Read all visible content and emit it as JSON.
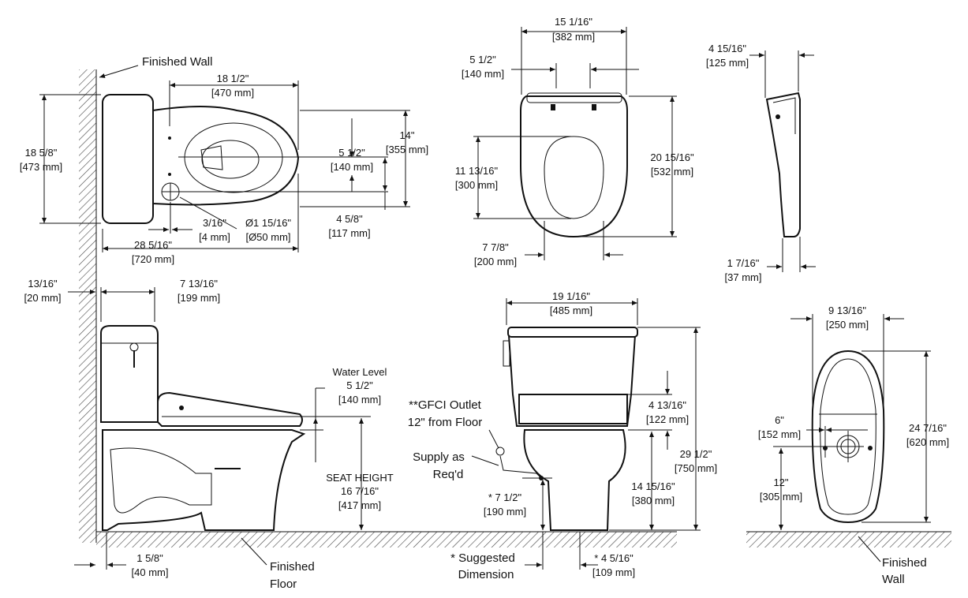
{
  "labels": {
    "finished_wall_top": "Finished Wall",
    "finished_floor_1": "Finished",
    "finished_floor_2": "Floor",
    "water_level": "Water Level",
    "seat_height": "SEAT HEIGHT",
    "gfci_1": "**GFCI Outlet",
    "gfci_2": "12\" from Floor",
    "supply_1": "Supply as",
    "supply_2": "Req'd",
    "suggested_1": "* Suggested",
    "suggested_2": "Dimension",
    "finished_wall_right_1": "Finished",
    "finished_wall_right_2": "Wall"
  },
  "dims": {
    "top_width_in": "18 1/2\"",
    "top_width_mm": "[470 mm]",
    "top_height_in": "18 5/8\"",
    "top_height_mm": "[473 mm]",
    "bowl_14_in": "14\"",
    "bowl_14_mm": "[355 mm]",
    "bowl_5_12_in": "5 1/2\"",
    "bowl_5_12_mm": "[140 mm]",
    "bowl_4_58_in": "4 5/8\"",
    "bowl_4_58_mm": "[117 mm]",
    "offset_316_in": "3/16\"",
    "offset_316_mm": "[4 mm]",
    "dia_in": "Ø1 15/16\"",
    "dia_mm": "[Ø50 mm]",
    "length_in": "28 5/16\"",
    "length_mm": "[720 mm]",
    "seat_w_in": "15 1/16\"",
    "seat_w_mm": "[382 mm]",
    "hinge_in": "5 1/2\"",
    "hinge_mm": "[140 mm]",
    "seat_l_in": "20 15/16\"",
    "seat_l_mm": "[532 mm]",
    "open_l_in": "11 13/16\"",
    "open_l_mm": "[300 mm]",
    "open_w_in": "7 7/8\"",
    "open_w_mm": "[200 mm]",
    "seat_side_h_in": "4 15/16\"",
    "seat_side_h_mm": "[125 mm]",
    "seat_side_t_in": "1 7/16\"",
    "seat_side_t_mm": "[37 mm]",
    "wall_gap_in": "13/16\"",
    "wall_gap_mm": "[20 mm]",
    "tank_d_in": "7 13/16\"",
    "tank_d_mm": "[199 mm]",
    "water_in": "5 1/2\"",
    "water_mm": "[140 mm]",
    "seat_h_in": "16 7/16\"",
    "seat_h_mm": "[417 mm]",
    "rough_in": "1 5/8\"",
    "rough_mm": "[40 mm]",
    "front_w_in": "19 1/16\"",
    "front_w_mm": "[485 mm]",
    "tank_h_in": "4 13/16\"",
    "tank_h_mm": "[122 mm]",
    "total_h_in": "29 1/2\"",
    "total_h_mm": "[750 mm]",
    "rim_h_in": "14 15/16\"",
    "rim_h_mm": "[380 mm]",
    "supply_h_in": "* 7 1/2\"",
    "supply_h_mm": "[190 mm]",
    "supply_off_in": "* 4 5/16\"",
    "supply_off_mm": "[109 mm]",
    "base_w_in": "9 13/16\"",
    "base_w_mm": "[250 mm]",
    "flange_in": "6\"",
    "flange_mm": "[152 mm]",
    "base_l_in": "24 7/16\"",
    "base_l_mm": "[620 mm]",
    "rough12_in": "12\"",
    "rough12_mm": "[305 mm]"
  }
}
